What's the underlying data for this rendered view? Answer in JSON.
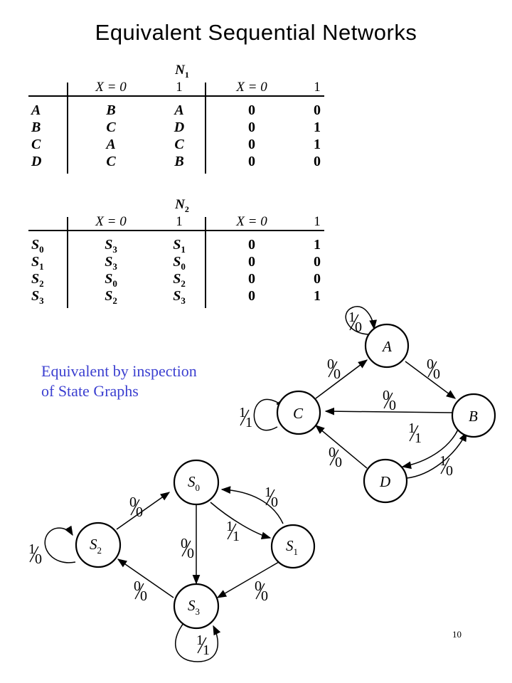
{
  "title": "Equivalent Sequential Networks",
  "tables": [
    {
      "name": "N",
      "sub": "1",
      "headers": {
        "x0": "X = 0",
        "x1": "1",
        "z0": "X = 0",
        "z1": "1"
      },
      "rows": [
        {
          "state": "A",
          "s": "",
          "n0": "B",
          "n0s": "",
          "n1": "A",
          "n1s": "",
          "z0": "0",
          "z1": "0"
        },
        {
          "state": "B",
          "s": "",
          "n0": "C",
          "n0s": "",
          "n1": "D",
          "n1s": "",
          "z0": "0",
          "z1": "1"
        },
        {
          "state": "C",
          "s": "",
          "n0": "A",
          "n0s": "",
          "n1": "C",
          "n1s": "",
          "z0": "0",
          "z1": "1"
        },
        {
          "state": "D",
          "s": "",
          "n0": "C",
          "n0s": "",
          "n1": "B",
          "n1s": "",
          "z0": "0",
          "z1": "0"
        }
      ]
    },
    {
      "name": "N",
      "sub": "2",
      "headers": {
        "x0": "X = 0",
        "x1": "1",
        "z0": "X = 0",
        "z1": "1"
      },
      "rows": [
        {
          "state": "S",
          "s": "0",
          "n0": "S",
          "n0s": "3",
          "n1": "S",
          "n1s": "1",
          "z0": "0",
          "z1": "1"
        },
        {
          "state": "S",
          "s": "1",
          "n0": "S",
          "n0s": "3",
          "n1": "S",
          "n1s": "0",
          "z0": "0",
          "z1": "0"
        },
        {
          "state": "S",
          "s": "2",
          "n0": "S",
          "n0s": "0",
          "n1": "S",
          "n1s": "2",
          "z0": "0",
          "z1": "0"
        },
        {
          "state": "S",
          "s": "3",
          "n0": "S",
          "n0s": "2",
          "n1": "S",
          "n1s": "3",
          "z0": "0",
          "z1": "1"
        }
      ]
    }
  ],
  "note": "Equivalent by inspection of State Graphs",
  "graph1": {
    "nodes": [
      {
        "id": "A",
        "label": "A",
        "sub": ""
      },
      {
        "id": "B",
        "label": "B",
        "sub": ""
      },
      {
        "id": "C",
        "label": "C",
        "sub": ""
      },
      {
        "id": "D",
        "label": "D",
        "sub": ""
      }
    ],
    "edge_labels": [
      {
        "num": "1",
        "den": "0"
      },
      {
        "num": "0",
        "den": "0"
      },
      {
        "num": "0",
        "den": "0"
      },
      {
        "num": "0",
        "den": "0"
      },
      {
        "num": "1",
        "den": "1"
      },
      {
        "num": "1",
        "den": "1"
      },
      {
        "num": "1",
        "den": "0"
      },
      {
        "num": "0",
        "den": "0"
      }
    ]
  },
  "graph2": {
    "nodes": [
      {
        "id": "S0",
        "label": "S",
        "sub": "0"
      },
      {
        "id": "S1",
        "label": "S",
        "sub": "1"
      },
      {
        "id": "S2",
        "label": "S",
        "sub": "2"
      },
      {
        "id": "S3",
        "label": "S",
        "sub": "3"
      }
    ],
    "edge_labels": [
      {
        "num": "0",
        "den": "0"
      },
      {
        "num": "1",
        "den": "0"
      },
      {
        "num": "1",
        "den": "0"
      },
      {
        "num": "1",
        "den": "1"
      },
      {
        "num": "0",
        "den": "0"
      },
      {
        "num": "0",
        "den": "0"
      },
      {
        "num": "0",
        "den": "0"
      },
      {
        "num": "1",
        "den": "1"
      }
    ]
  },
  "page_number": "10"
}
